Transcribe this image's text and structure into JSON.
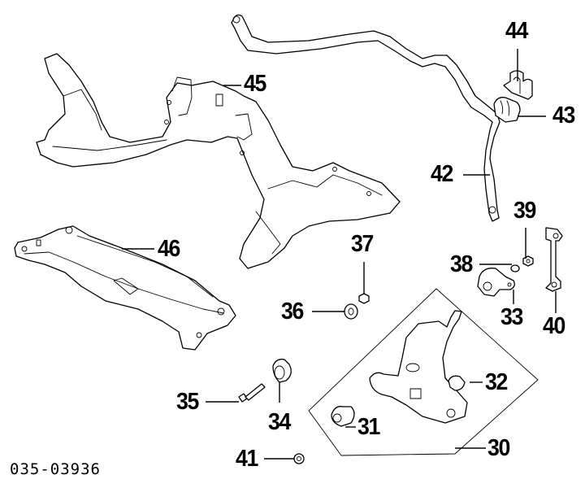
{
  "diagram": {
    "code": "035-03936",
    "background": "#ffffff",
    "line_color": "#000000",
    "callouts": [
      {
        "id": "30",
        "part": "lower-control-arm-assembly"
      },
      {
        "id": "31",
        "part": "front-bushing"
      },
      {
        "id": "32",
        "part": "ball-joint-boot-bushing"
      },
      {
        "id": "33",
        "part": "rear-bushing-bracket"
      },
      {
        "id": "34",
        "part": "crossmember-bushing"
      },
      {
        "id": "35",
        "part": "bolt"
      },
      {
        "id": "36",
        "part": "washer"
      },
      {
        "id": "37",
        "part": "nut"
      },
      {
        "id": "38",
        "part": "washer"
      },
      {
        "id": "39",
        "part": "nut"
      },
      {
        "id": "40",
        "part": "stabilizer-link"
      },
      {
        "id": "41",
        "part": "nut"
      },
      {
        "id": "42",
        "part": "stabilizer-bar"
      },
      {
        "id": "43",
        "part": "stabilizer-bushing"
      },
      {
        "id": "44",
        "part": "stabilizer-clamp"
      },
      {
        "id": "45",
        "part": "front-suspension-member"
      },
      {
        "id": "46",
        "part": "rear-crossmember"
      }
    ]
  }
}
